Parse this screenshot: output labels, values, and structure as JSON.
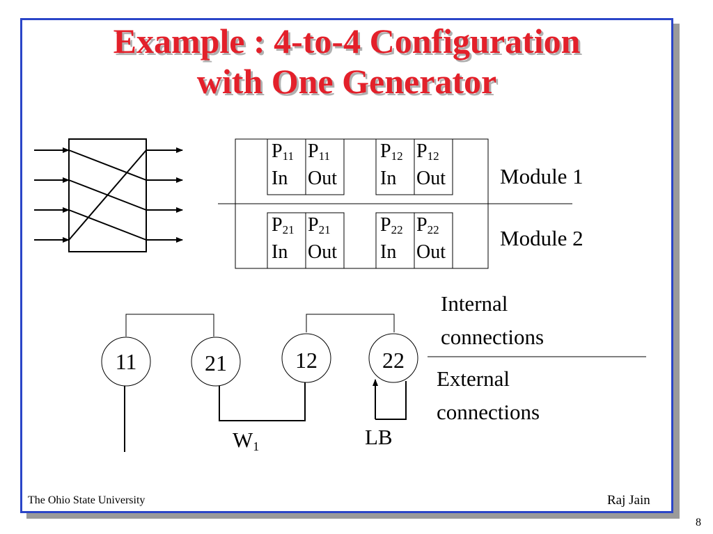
{
  "slide": {
    "title_line1": "Example : 4-to-4 Configuration",
    "title_line2": "with One Generator",
    "footer_left": "The Ohio State University",
    "footer_right": "Raj Jain",
    "page_number": "8"
  },
  "modules": {
    "module1": "Module 1",
    "module2": "Module 2",
    "cells": [
      {
        "p": "P",
        "sub": "11",
        "kind": "In"
      },
      {
        "p": "P",
        "sub": "11",
        "kind": "Out"
      },
      {
        "p": "P",
        "sub": "12",
        "kind": "In"
      },
      {
        "p": "P",
        "sub": "12",
        "kind": "Out"
      },
      {
        "p": "P",
        "sub": "21",
        "kind": "In"
      },
      {
        "p": "P",
        "sub": "21",
        "kind": "Out"
      },
      {
        "p": "P",
        "sub": "22",
        "kind": "In"
      },
      {
        "p": "P",
        "sub": "22",
        "kind": "Out"
      }
    ]
  },
  "connections": {
    "nodes": [
      "11",
      "21",
      "12",
      "22"
    ],
    "internal_line1": "Internal",
    "internal_line2": "connections",
    "external_line1": "External",
    "external_line2": "connections",
    "w_label": "W",
    "w_sub": "1",
    "lb_label": "LB"
  },
  "colors": {
    "title": "#e3202a",
    "frame": "#2a45c8"
  }
}
